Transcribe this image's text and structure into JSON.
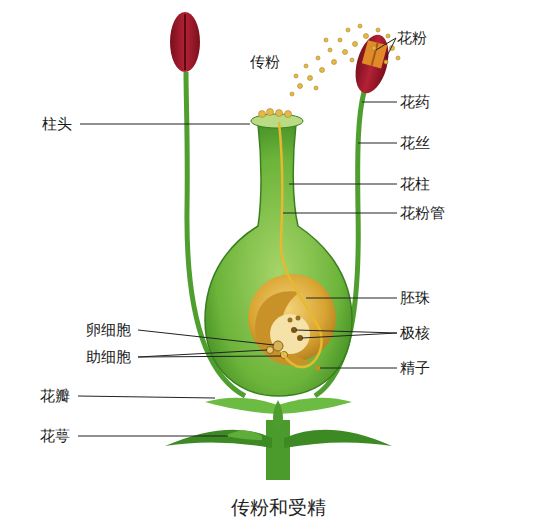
{
  "diagram": {
    "caption": "传粉和受精",
    "labels": [
      "花粉",
      "传粉",
      "柱头",
      "花药",
      "花丝",
      "花柱",
      "花粉管",
      "胚珠",
      "卵细胞",
      "极核",
      "助细胞",
      "精子",
      "花瓣",
      "花萼"
    ]
  }
}
